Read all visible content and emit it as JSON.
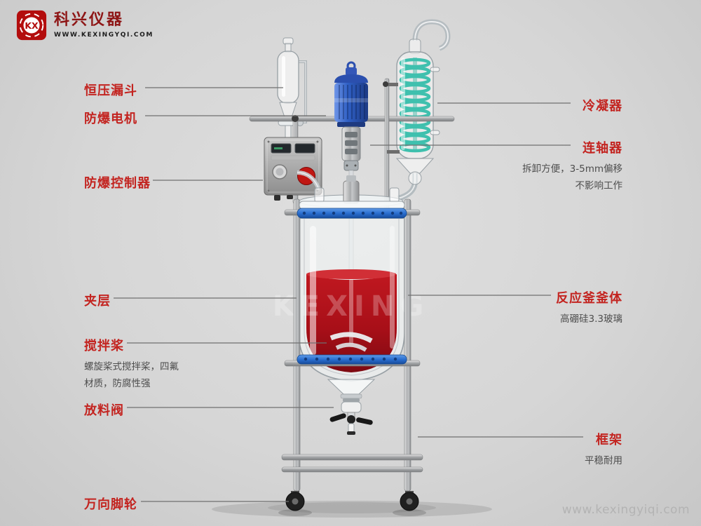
{
  "brand": {
    "mark": "KX",
    "name": "科兴仪器",
    "url": "WWW.KEXINGYQI.COM",
    "accent": "#b30d0d"
  },
  "watermark": "www.kexingyiqi.com",
  "vessel_watermark": "KEXING",
  "labels": {
    "left": [
      {
        "title": "恒压漏斗"
      },
      {
        "title": "防爆电机"
      },
      {
        "title": "防爆控制器"
      },
      {
        "title": "夹层"
      },
      {
        "title": "搅拌桨",
        "desc": [
          "螺旋桨式搅拌桨，四氟",
          "材质，防腐性强"
        ]
      },
      {
        "title": "放料阀"
      },
      {
        "title": "万向脚轮"
      }
    ],
    "right": [
      {
        "title": "冷凝器"
      },
      {
        "title": "连轴器",
        "desc": [
          "拆卸方便，3-5mm偏移",
          "不影响工作"
        ]
      },
      {
        "title": "反应釜釜体",
        "desc": [
          "高硼硅3.3玻璃"
        ]
      },
      {
        "title": "框架",
        "desc": [
          "平稳耐用"
        ]
      }
    ]
  },
  "colors": {
    "label_red": "#c32420",
    "desc_gray": "#4d4d4d",
    "liquid_red": "#a80f18",
    "motor_blue": "#2f5fc4",
    "clamp_blue": "#2a6fd0",
    "coil_teal": "#3fc0ae"
  }
}
